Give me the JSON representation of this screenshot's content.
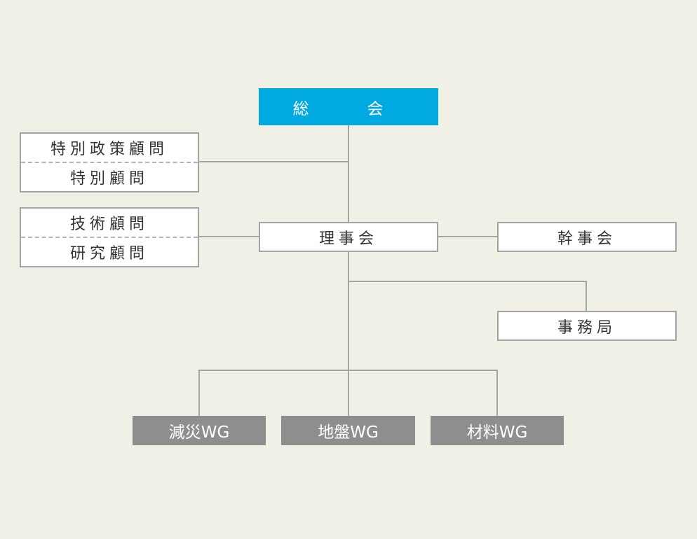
{
  "general_assembly": "総　会",
  "advisors_special": {
    "top": "特別政策顧問",
    "bottom": "特別顧問"
  },
  "advisors_tech": {
    "top": "技術顧問",
    "bottom": "研究顧問"
  },
  "board": "理事会",
  "executive": "幹事会",
  "secretariat": "事務局",
  "working_groups": [
    "減災WG",
    "地盤WG",
    "材料WG"
  ],
  "colors": {
    "background": "#f1f0e7",
    "general_fill": "#00a9e0",
    "wg_fill": "#8e8e8e",
    "line": "#a4a4a4"
  }
}
